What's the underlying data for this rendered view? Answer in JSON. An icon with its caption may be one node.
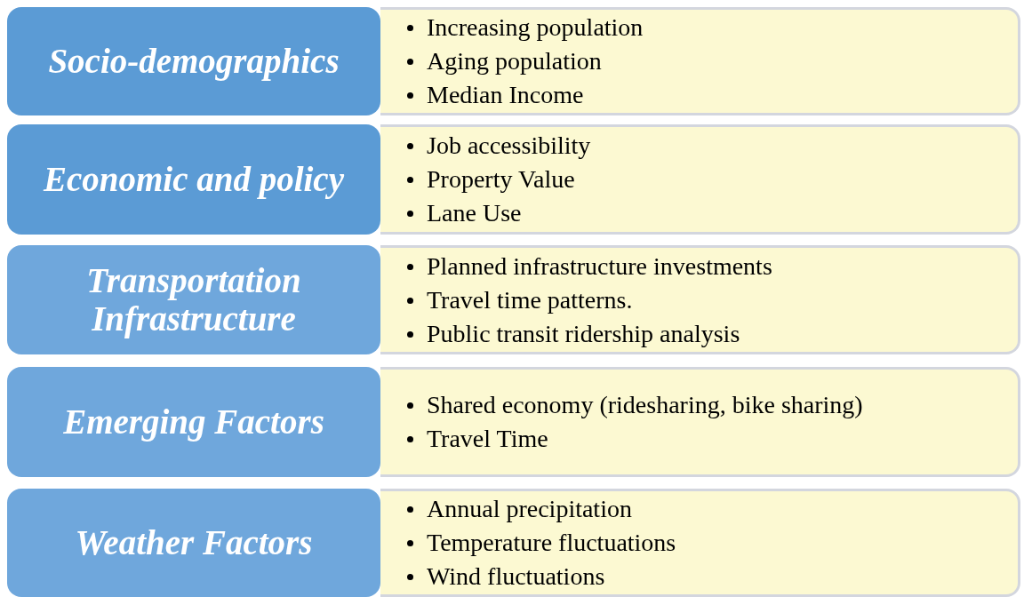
{
  "diagram": {
    "nodes": [
      {
        "text": [
          "Socio-demographics"
        ]
      },
      {
        "text": [
          "Increasing population",
          "Aging population",
          "Median Income"
        ]
      },
      {
        "text": [
          "Economic and policy"
        ]
      },
      {
        "text": [
          "Job accessibility",
          "Property Value",
          "Lane Use"
        ]
      },
      {
        "text": [
          "Transportation Infrastructure"
        ]
      },
      {
        "text": [
          "Planned infrastructure investments",
          "Travel time patterns.",
          "Public transit ridership analysis"
        ]
      },
      {
        "text": [
          "Emerging Factors"
        ]
      },
      {
        "text": [
          "Shared economy (ridesharing, bike sharing)",
          "Travel Time"
        ]
      },
      {
        "text": [
          "Weather Factors"
        ]
      },
      {
        "text": [
          "Annual precipitation",
          "Temperature fluctuations",
          "Wind fluctuations"
        ]
      }
    ]
  }
}
